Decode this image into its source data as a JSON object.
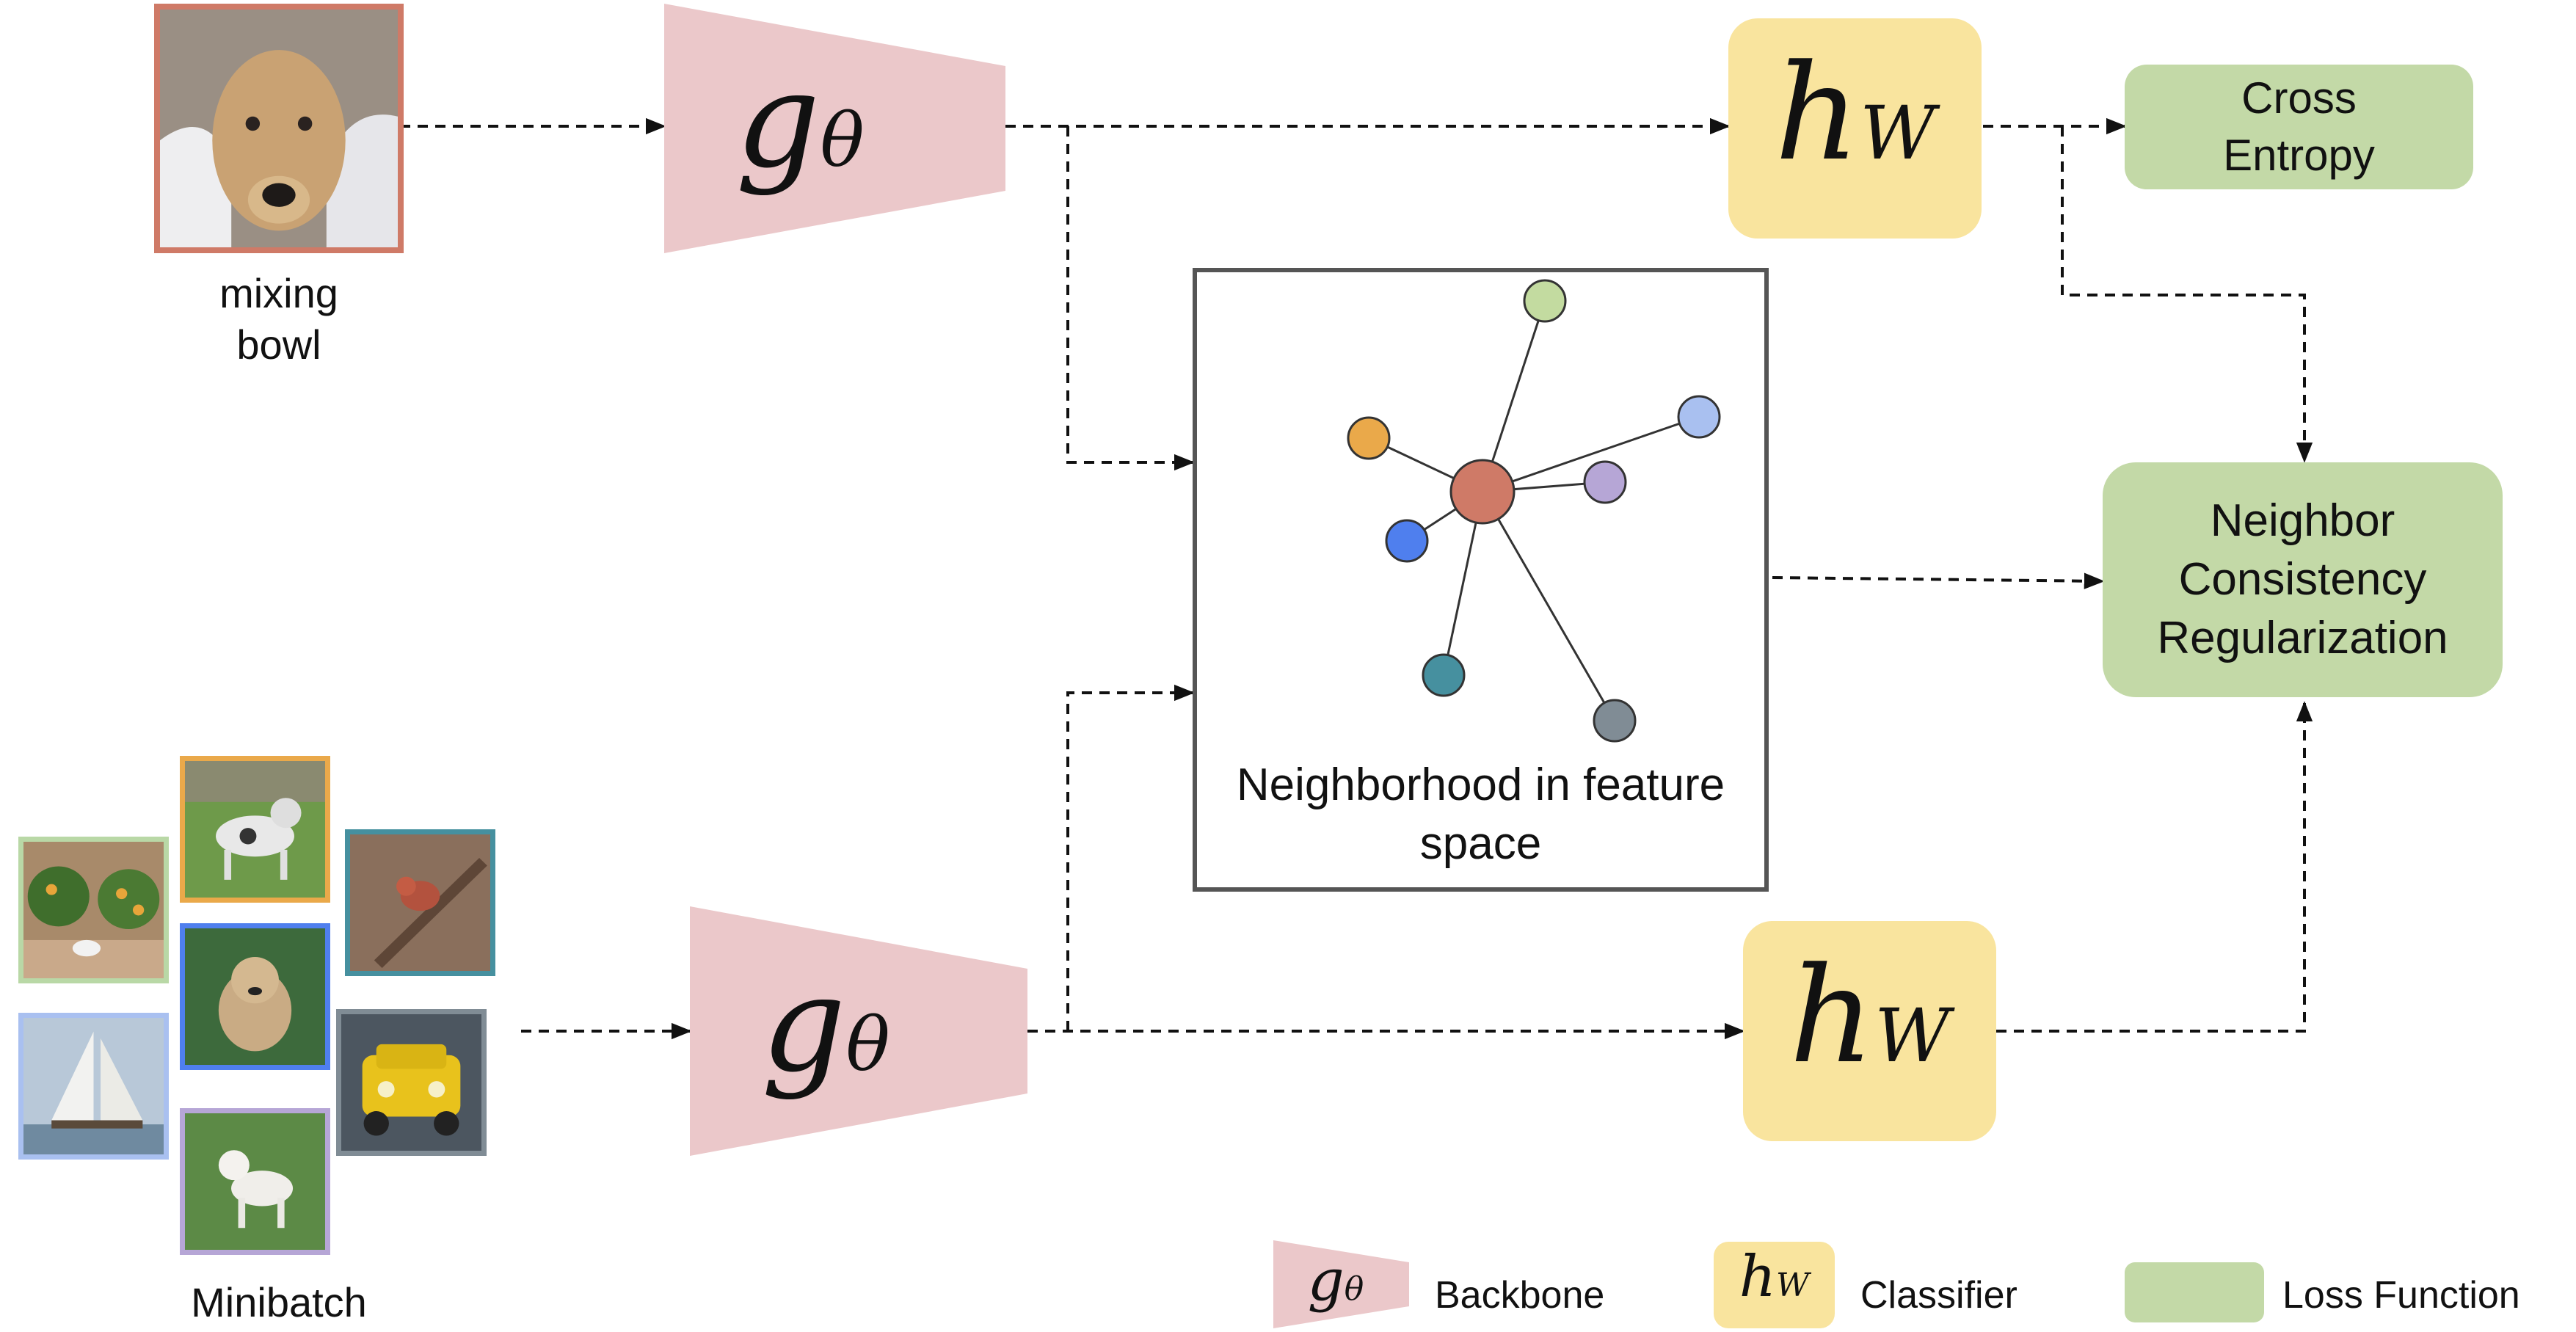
{
  "query_image": {
    "label_line1": "mixing",
    "label_line2": "bowl"
  },
  "minibatch": {
    "label": "Minibatch"
  },
  "backbone_symbol": {
    "main": "g",
    "sub": "θ"
  },
  "classifier_symbol": {
    "main": "h",
    "sub": "W"
  },
  "loss_boxes": {
    "cross_entropy_line1": "Cross",
    "cross_entropy_line2": "Entropy",
    "ncr_line1": "Neighbor",
    "ncr_line2": "Consistency",
    "ncr_line3": "Regularization"
  },
  "neighborhood": {
    "caption_line1": "Neighborhood in feature",
    "caption_line2": "space"
  },
  "legend": {
    "backbone": "Backbone",
    "classifier": "Classifier",
    "loss": "Loss Function"
  },
  "colors": {
    "backbone_fill": "#ebc8ca",
    "classifier_fill": "#f9e49e",
    "loss_fill": "#c3d9a7",
    "center_node": "#cf7a67",
    "query_border": "#cf7a67"
  }
}
